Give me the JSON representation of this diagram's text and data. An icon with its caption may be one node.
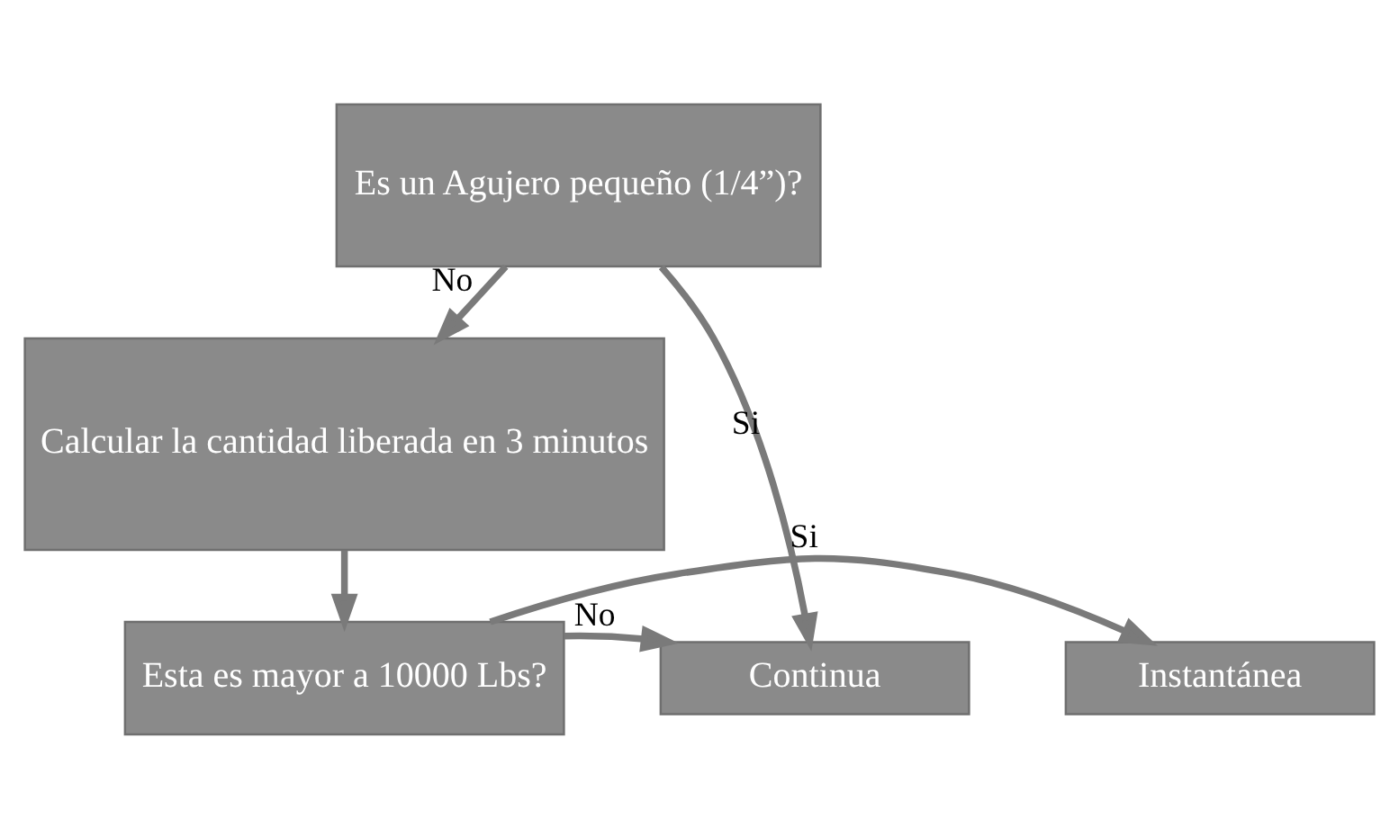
{
  "diagram": {
    "nodes": [
      {
        "text": [
          "Es un Agujero pequeño (1/4”)?"
        ]
      },
      {
        "text": [
          "Calcular la cantidad liberada en 3 minutos"
        ]
      },
      {
        "text": [
          "Instantánea"
        ]
      },
      {
        "text": [
          "Esta es mayor a 10000 Lbs?"
        ]
      },
      {
        "text": [
          "Continua"
        ]
      }
    ],
    "edges": [
      {
        "from": 0,
        "to": 1,
        "arrow": "to",
        "label": "No"
      },
      {
        "from": 0,
        "to": 4,
        "arrow": "to",
        "label": "Si"
      },
      {
        "from": 1,
        "to": 3,
        "arrow": "to"
      },
      {
        "from": 3,
        "to": 2,
        "arrow": "to",
        "label": "Si"
      },
      {
        "from": 3,
        "to": 4,
        "arrow": "to",
        "label": "No"
      }
    ]
  }
}
